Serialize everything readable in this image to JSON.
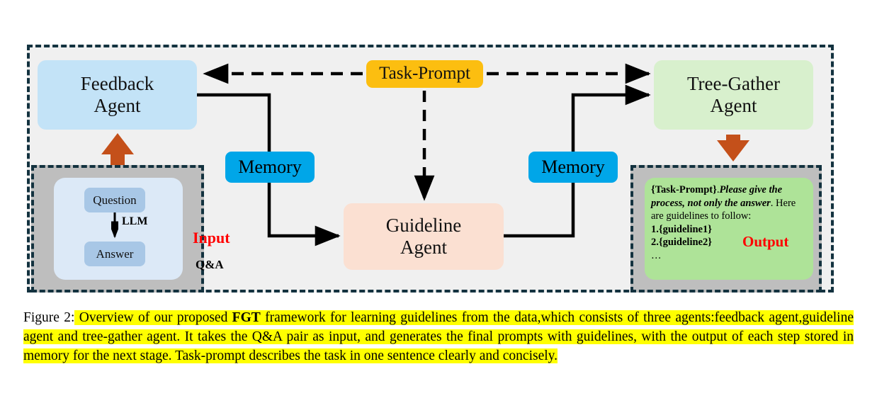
{
  "figure": {
    "caption_prefix": "Figure 2:",
    "caption_body_1": " Overview of our proposed ",
    "caption_bold": "FGT",
    "caption_body_2": " framework for learning guidelines from the data,which consists of three agents:feedback agent,guideline agent and tree-gather agent. It takes the Q&A pair as input, and generates the final prompts with guidelines, with the output of each step stored in memory for the next stage. Task-prompt describes the task in one sentence clearly and concisely."
  },
  "nodes": {
    "feedback_agent": {
      "line1": "Feedback",
      "line2": "Agent",
      "color": "#c3e3f7"
    },
    "tree_gather_agent": {
      "line1": "Tree-Gather",
      "line2": "Agent",
      "color": "#d8f0cd"
    },
    "guideline_agent": {
      "line1": "Guideline",
      "line2": "Agent",
      "color": "#fbe0d2"
    },
    "task_prompt": {
      "label": "Task-Prompt",
      "color": "#fcbe10"
    },
    "memory_left": {
      "label": "Memory",
      "color": "#00a6e8"
    },
    "memory_right": {
      "label": "Memory",
      "color": "#00a6e8"
    }
  },
  "input_panel": {
    "question": "Question",
    "answer": "Answer",
    "llm_label": "LLM",
    "input_label": "Input",
    "qa_label": "Q&A",
    "input_label_color": "#ff0000"
  },
  "output_panel": {
    "line1_bold": "{Task-Prompt}",
    "line1_rest": ".",
    "line1_italic": "Please give the process, not only the answer",
    "line2_plain": ". Here are guidelines to follow:",
    "item1": "1.{guideline1}",
    "item2": "2.{guideline2}",
    "ellipsis": "…",
    "output_label": "Output",
    "output_label_color": "#ff0000"
  },
  "colors": {
    "frame_border": "#13323f",
    "frame_fill": "#f0f0f0",
    "panel_fill": "#bebebe",
    "orange_arrow": "#c4501a",
    "connector": "#000000",
    "highlight": "#ffff00"
  },
  "icons": {
    "up_arrow": "orange-up-arrow-icon",
    "down_arrow": "orange-down-arrow-icon"
  }
}
